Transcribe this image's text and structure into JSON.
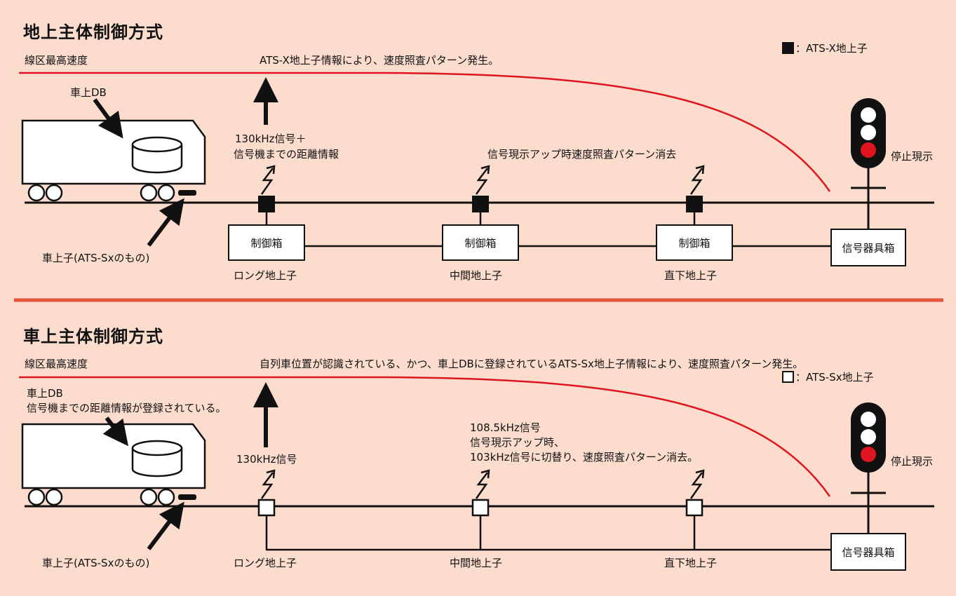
{
  "colors": {
    "background": "#fbdccd",
    "speed_curve": "#e0141e",
    "divider": "#e5543a",
    "signal_red": "#e0141e"
  },
  "top": {
    "title": "地上主体制御方式",
    "max_speed_label": "線区最高速度",
    "pattern_note": "ATS-X地上子情報により、速度照査パターン発生。",
    "legend": "：ATS-X地上子",
    "legend_icon": "filled-square",
    "car_db_label": "車上DB",
    "onboard_label": "車上子(ATS-Sxのもの)",
    "signal_130_label_1": "130kHz信号＋",
    "signal_130_label_2": "信号機までの距離情報",
    "cancel_note": "信号現示アップ時速度照査パターン消去",
    "stop_aspect": "停止現示",
    "control_box_1": "制御箱",
    "control_box_2": "制御箱",
    "control_box_3": "制御箱",
    "signal_equipment_box": "信号器具箱",
    "transponder_long": "ロング地上子",
    "transponder_middle": "中間地上子",
    "transponder_direct": "直下地上子"
  },
  "bottom": {
    "title": "車上主体制御方式",
    "max_speed_label": "線区最高速度",
    "pattern_note": "自列車位置が認識されている、かつ、車上DBに登録されているATS-Sx地上子情報により、速度照査パターン発生。",
    "legend": "：ATS-Sx地上子",
    "legend_icon": "hollow-square",
    "car_db_label_1": "車上DB",
    "car_db_label_2": "信号機までの距離情報が登録されている。",
    "onboard_label": "車上子(ATS-Sxのもの)",
    "signal_130_label": "130kHz信号",
    "freq_note_1": "108.5kHz信号",
    "freq_note_2": "信号現示アップ時、",
    "freq_note_3": "103kHz信号に切替り、速度照査パターン消去。",
    "stop_aspect": "停止現示",
    "signal_equipment_box": "信号器具箱",
    "transponder_long": "ロング地上子",
    "transponder_middle": "中間地上子",
    "transponder_direct": "直下地上子"
  }
}
